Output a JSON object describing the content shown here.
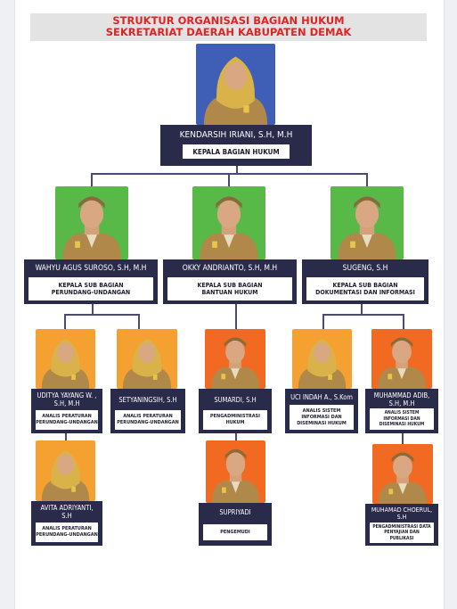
{
  "header": {
    "line1": "STRUKTUR ORGANISASI BAGIAN HUKUM",
    "line2": "SEKRETARIAT DAERAH KABUPATEN DEMAK"
  },
  "colors": {
    "blue": "#3f5fb6",
    "green": "#58b848",
    "orange_light": "#f5a132",
    "orange_dark": "#f26a22",
    "card": "#2a2a4a",
    "title": "#e02424"
  },
  "head": {
    "name": "KENDARSIH IRIANI, S.H, M.H",
    "role": "KEPALA BAGIAN HUKUM"
  },
  "subs": [
    {
      "name": "WAHYU AGUS SUROSO, S.H, M.H",
      "role1": "KEPALA SUB BAGIAN",
      "role2": "PERUNDANG-UNDANGAN"
    },
    {
      "name": "OKKY ANDRIANTO, S.H, M.H",
      "role1": "KEPALA SUB BAGIAN",
      "role2": "BANTUAN HUKUM"
    },
    {
      "name": "SUGENG, S.H",
      "role1": "KEPALA SUB BAGIAN",
      "role2": "DOKUMENTASI DAN INFORMASI"
    }
  ],
  "staff": {
    "uditya": {
      "name1": "UDITYA YAYANG W. ,",
      "name2": "S.H, M.H",
      "role1": "ANALIS PERATURAN",
      "role2": "PERUNDANG-UNDANGAN"
    },
    "setya": {
      "name1": "SETYANINGSIH, S.H",
      "role1": "ANALIS PERATURAN",
      "role2": "PERUNDANG-UNDANGAN"
    },
    "sumardi": {
      "name1": "SUMARDI, S.H",
      "role1": "PENGADMINISTRASI",
      "role2": "HUKUM"
    },
    "uci": {
      "name1": "UCI INDAH A., S.Kom",
      "role1": "ANALIS SISTEM",
      "role2": "INFORMASI DAN",
      "role3": "DISEMINASI HUKUM"
    },
    "adib": {
      "name1": "MUHAMMAD ADIB,",
      "name2": "S.H, M.H",
      "role1": "ANALIS SISTEM",
      "role2": "INFORMASI DAN",
      "role3": "DISEMINASI HUKUM"
    },
    "avita": {
      "name1": "AVITA ADRIYANTI,",
      "name2": "S.H",
      "role1": "ANALIS PERATURAN",
      "role2": "PERUNDANG-UNDANGAN"
    },
    "supriyadi": {
      "name1": "SUPRIYADI",
      "role1": "PENGEMUDI"
    },
    "choerul": {
      "name1": "MUHAMAD CHOERUL,",
      "name2": "S.H",
      "role1": "PENGADMINISTRASI DATA",
      "role2": "PENYAJIAN DAN",
      "role3": "PUBLIKASI"
    }
  }
}
